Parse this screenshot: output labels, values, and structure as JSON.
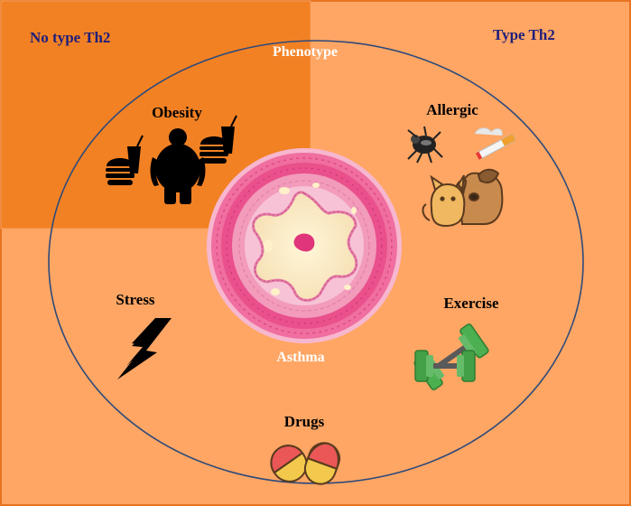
{
  "corner_labels": {
    "left": "No type Th2",
    "right": "Type Th2"
  },
  "center": {
    "top_label": "Phenotype",
    "bottom_label": "Asthma"
  },
  "factors": {
    "obesity": "Obesity",
    "allergic": "Allergic",
    "stress": "Stress",
    "exercise": "Exercise",
    "drugs": "Drugs"
  },
  "colors": {
    "background": "#FFA664",
    "no_th2_region": "#F28124",
    "border": "#E8741F",
    "ring": "#2E4A7A",
    "corner_text": "#1F1F7A",
    "label_text": "#000000",
    "center_text": "#FFFFFF"
  },
  "icons": [
    "burger-icon",
    "obese-person-icon",
    "dust-mite-icon",
    "cigarette-icon",
    "cat-dog-icon",
    "lightning-icon",
    "dumbbell-icon",
    "pills-icon",
    "airway-cross-section-icon"
  ]
}
